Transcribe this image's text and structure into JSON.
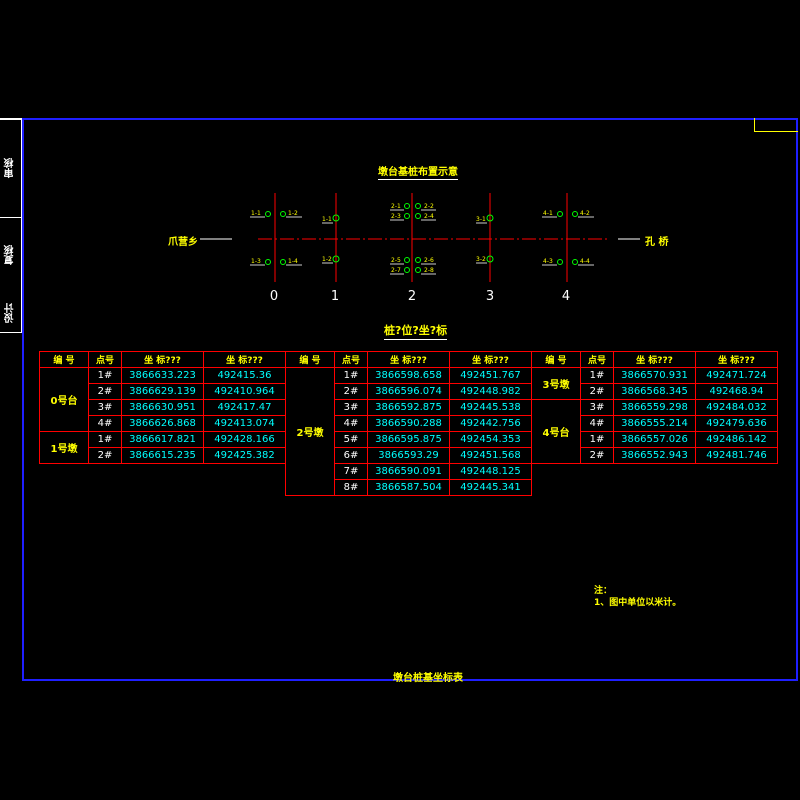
{
  "sidebar": [
    "审核",
    "复核",
    "设计"
  ],
  "diagram": {
    "title": "墩台基桩布置示意",
    "left_label": "爪营乡",
    "right_label": "孔 桥",
    "axis_numbers": [
      "0",
      "1",
      "2",
      "3",
      "4"
    ],
    "pile_labels": {
      "pier0": [
        "1-1",
        "1-2",
        "1-3",
        "1-4"
      ],
      "pier1": [
        "1-1",
        "1-2"
      ],
      "pier2": [
        "2-1",
        "2-2",
        "2-3",
        "2-4",
        "2-5",
        "2-6",
        "2-7",
        "2-8"
      ],
      "pier3": [
        "3-1",
        "3-2"
      ],
      "pier4": [
        "4-1",
        "4-2",
        "4-3",
        "4-4"
      ]
    }
  },
  "table": {
    "title": "桩?位?坐?标",
    "headers": [
      "编 号",
      "点号",
      "坐 标???",
      "坐 标???"
    ],
    "groups": [
      {
        "name": "0号台",
        "rows": [
          [
            "1#",
            "3866633.223",
            "492415.36"
          ],
          [
            "2#",
            "3866629.139",
            "492410.964"
          ],
          [
            "3#",
            "3866630.951",
            "492417.47"
          ],
          [
            "4#",
            "3866626.868",
            "492413.074"
          ]
        ]
      },
      {
        "name": "1号墩",
        "rows": [
          [
            "1#",
            "3866617.821",
            "492428.166"
          ],
          [
            "2#",
            "3866615.235",
            "492425.382"
          ]
        ]
      },
      {
        "name": "2号墩",
        "rows": [
          [
            "1#",
            "3866598.658",
            "492451.767"
          ],
          [
            "2#",
            "3866596.074",
            "492448.982"
          ],
          [
            "3#",
            "3866592.875",
            "492445.538"
          ],
          [
            "4#",
            "3866590.288",
            "492442.756"
          ],
          [
            "5#",
            "3866595.875",
            "492454.353"
          ],
          [
            "6#",
            "3866593.29",
            "492451.568"
          ],
          [
            "7#",
            "3866590.091",
            "492448.125"
          ],
          [
            "8#",
            "3866587.504",
            "492445.341"
          ]
        ]
      },
      {
        "name": "3号墩",
        "rows": [
          [
            "1#",
            "3866570.931",
            "492471.724"
          ],
          [
            "2#",
            "3866568.345",
            "492468.94"
          ]
        ]
      },
      {
        "name": "4号台",
        "rows": [
          [
            "3#",
            "3866559.298",
            "492484.032"
          ],
          [
            "4#",
            "3866555.214",
            "492479.636"
          ],
          [
            "1#",
            "3866557.026",
            "492486.142"
          ],
          [
            "2#",
            "3866552.943",
            "492481.746"
          ]
        ]
      }
    ]
  },
  "note": {
    "title": "注：",
    "line1": "1、图中单位以米计。"
  },
  "footer_title": "墩台桩基坐标表"
}
